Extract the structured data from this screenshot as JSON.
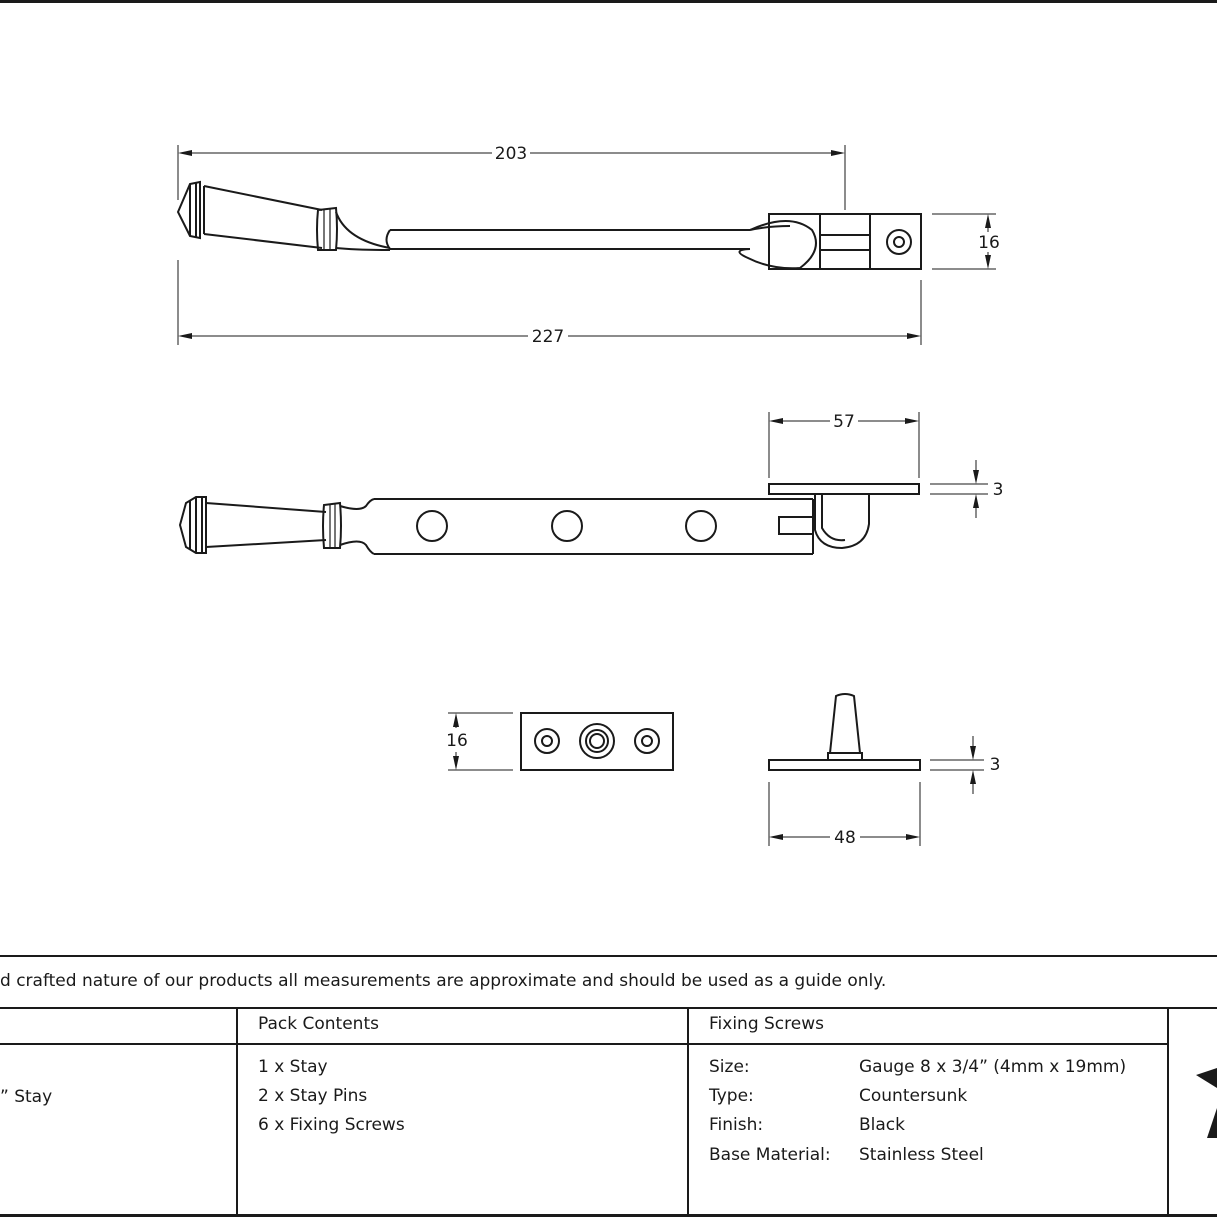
{
  "dimensions": {
    "stay_length_to_pin": "203",
    "stay_overall_length": "227",
    "stay_end_height": "16",
    "side_view_bracket_length": "57",
    "side_view_plate_thickness": "3",
    "pin_plate_height": "16",
    "pin_plate_thickness": "3",
    "pin_plate_length": "48"
  },
  "disclaimer": "d crafted nature of our products all measurements are approximate and should be used as a guide only.",
  "table": {
    "col1": {
      "header": "",
      "text": "” Stay"
    },
    "pack_contents": {
      "header": "Pack Contents",
      "items": [
        "1 x Stay",
        "2 x Stay Pins",
        "6 x Fixing Screws"
      ]
    },
    "fixing_screws": {
      "header": "Fixing Screws",
      "rows": [
        {
          "label": "Size:",
          "value": "Gauge 8 x 3/4” (4mm x 19mm)"
        },
        {
          "label": "Type:",
          "value": "Countersunk"
        },
        {
          "label": "Finish:",
          "value": "Black"
        },
        {
          "label": "Base Material:",
          "value": "Stainless Steel"
        }
      ]
    }
  },
  "colors": {
    "line": "#1a1a1a",
    "background": "#ffffff"
  }
}
